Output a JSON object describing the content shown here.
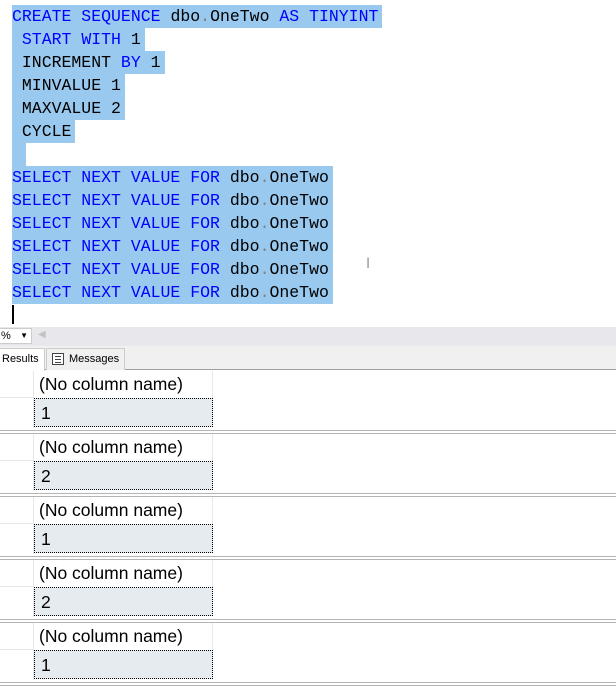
{
  "editor": {
    "lines": [
      [
        [
          "kw",
          "CREATE SEQUENCE "
        ],
        [
          "id",
          "dbo"
        ],
        [
          "punct",
          "."
        ],
        [
          "id",
          "OneTwo "
        ],
        [
          "kw",
          "AS TINYINT"
        ]
      ],
      [
        [
          "id",
          " "
        ],
        [
          "kw",
          "START WITH "
        ],
        [
          "num",
          "1"
        ]
      ],
      [
        [
          "id",
          " INCREMENT "
        ],
        [
          "kw",
          "BY "
        ],
        [
          "num",
          "1"
        ]
      ],
      [
        [
          "id",
          " MINVALUE 1"
        ]
      ],
      [
        [
          "id",
          " MAXVALUE 2"
        ]
      ],
      [
        [
          "id",
          " CYCLE"
        ]
      ],
      [
        [
          "id",
          " "
        ]
      ],
      [
        [
          "kw",
          "SELECT NEXT VALUE FOR "
        ],
        [
          "id",
          "dbo"
        ],
        [
          "punct",
          "."
        ],
        [
          "id",
          "OneTwo"
        ]
      ],
      [
        [
          "kw",
          "SELECT NEXT VALUE FOR "
        ],
        [
          "id",
          "dbo"
        ],
        [
          "punct",
          "."
        ],
        [
          "id",
          "OneTwo"
        ]
      ],
      [
        [
          "kw",
          "SELECT NEXT VALUE FOR "
        ],
        [
          "id",
          "dbo"
        ],
        [
          "punct",
          "."
        ],
        [
          "id",
          "OneTwo"
        ]
      ],
      [
        [
          "kw",
          "SELECT NEXT VALUE FOR "
        ],
        [
          "id",
          "dbo"
        ],
        [
          "punct",
          "."
        ],
        [
          "id",
          "OneTwo"
        ]
      ],
      [
        [
          "kw",
          "SELECT NEXT VALUE FOR "
        ],
        [
          "id",
          "dbo"
        ],
        [
          "punct",
          "."
        ],
        [
          "id",
          "OneTwo"
        ]
      ],
      [
        [
          "kw",
          "SELECT NEXT VALUE FOR "
        ],
        [
          "id",
          "dbo"
        ],
        [
          "punct",
          "."
        ],
        [
          "id",
          "OneTwo"
        ]
      ]
    ],
    "selection_color": "#99c9ef"
  },
  "toolbar": {
    "zoom_value": "%"
  },
  "tabs": {
    "results": "Results",
    "messages": "Messages"
  },
  "results": [
    {
      "header": "(No column name)",
      "value": "1"
    },
    {
      "header": "(No column name)",
      "value": "2"
    },
    {
      "header": "(No column name)",
      "value": "1"
    },
    {
      "header": "(No column name)",
      "value": "2"
    },
    {
      "header": "(No column name)",
      "value": "1"
    }
  ]
}
